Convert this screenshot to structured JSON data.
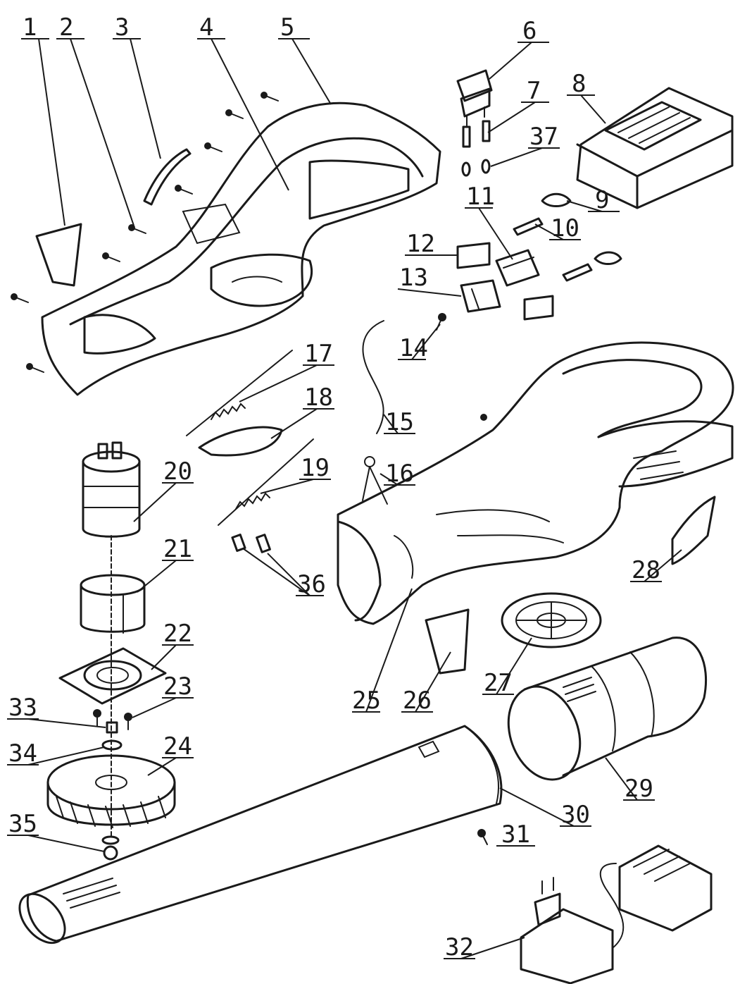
{
  "callouts": [
    {
      "id": "1",
      "text": "1"
    },
    {
      "id": "2",
      "text": "2"
    },
    {
      "id": "3",
      "text": "3"
    },
    {
      "id": "4",
      "text": "4"
    },
    {
      "id": "5",
      "text": "5"
    },
    {
      "id": "6",
      "text": "6"
    },
    {
      "id": "7",
      "text": "7"
    },
    {
      "id": "8",
      "text": "8"
    },
    {
      "id": "9",
      "text": "9"
    },
    {
      "id": "10",
      "text": "10"
    },
    {
      "id": "11",
      "text": "11"
    },
    {
      "id": "12",
      "text": "12"
    },
    {
      "id": "13",
      "text": "13"
    },
    {
      "id": "14",
      "text": "14"
    },
    {
      "id": "15",
      "text": "15"
    },
    {
      "id": "16",
      "text": "16"
    },
    {
      "id": "17",
      "text": "17"
    },
    {
      "id": "18",
      "text": "18"
    },
    {
      "id": "19",
      "text": "19"
    },
    {
      "id": "20",
      "text": "20"
    },
    {
      "id": "21",
      "text": "21"
    },
    {
      "id": "22",
      "text": "22"
    },
    {
      "id": "23",
      "text": "23"
    },
    {
      "id": "24",
      "text": "24"
    },
    {
      "id": "25",
      "text": "25"
    },
    {
      "id": "26",
      "text": "26"
    },
    {
      "id": "27",
      "text": "27"
    },
    {
      "id": "28",
      "text": "28"
    },
    {
      "id": "29",
      "text": "29"
    },
    {
      "id": "30",
      "text": "30"
    },
    {
      "id": "31",
      "text": "31"
    },
    {
      "id": "32",
      "text": "32"
    },
    {
      "id": "33",
      "text": "33"
    },
    {
      "id": "34",
      "text": "34"
    },
    {
      "id": "35",
      "text": "35"
    },
    {
      "id": "36",
      "text": "36"
    },
    {
      "id": "37",
      "text": "37"
    }
  ]
}
